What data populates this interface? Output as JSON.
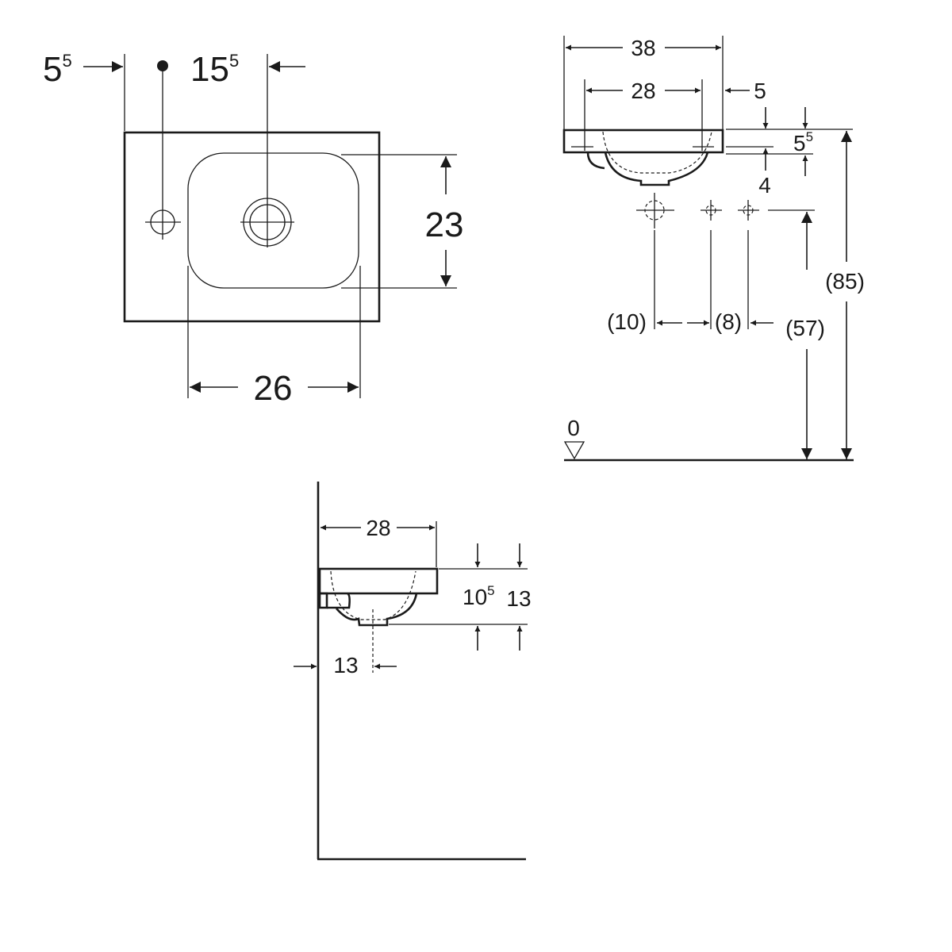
{
  "top_view": {
    "tap_offset": {
      "base": "5",
      "sup": "5"
    },
    "drain_offset": {
      "base": "15",
      "sup": "5"
    },
    "basin_depth": "23",
    "basin_width": "26"
  },
  "front_view": {
    "overall_width": "38",
    "basin_width": "28",
    "side_offset": "5",
    "rim_height": {
      "base": "5",
      "sup": "5"
    },
    "rim_lower": "4",
    "hole_spacing_left": "(10)",
    "hole_spacing_right": "(8)",
    "supply_height": "(57)",
    "rim_floor_height": "(85)",
    "floor_level": "0"
  },
  "side_view": {
    "projection": "28",
    "depth_a": {
      "base": "10",
      "sup": "5"
    },
    "depth_b": "13",
    "drain_offset": "13"
  }
}
